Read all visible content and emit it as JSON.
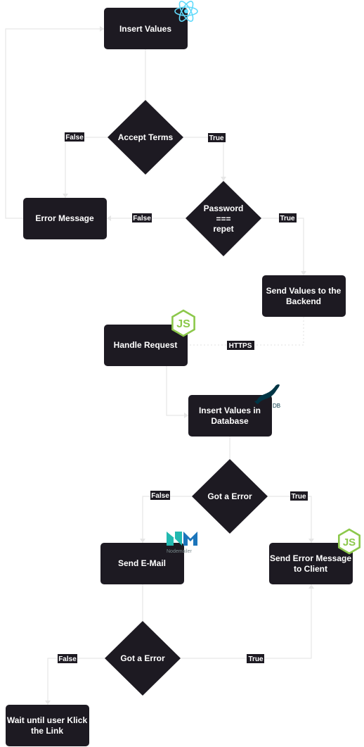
{
  "nodes": {
    "insert_values": "Insert Values",
    "accept_terms": "Accept Terms",
    "error_message": "Error Message",
    "password_line1": "Password",
    "password_line2": "===",
    "password_line3": "repet",
    "send_values_line1": "Send Values to the",
    "send_values_line2": "Backend",
    "handle_request": "Handle Request",
    "insert_db_line1": "Insert Values in",
    "insert_db_line2": "Database",
    "got_error_1": "Got a Error",
    "send_email": "Send E-Mail",
    "send_error_line1": "Send Error Message",
    "send_error_line2": "to Client",
    "got_error_2": "Got a Error",
    "wait_line1": "Wait until user Klick",
    "wait_line2": "the Link"
  },
  "edge_labels": {
    "accept_false": "False",
    "accept_true": "True",
    "password_false": "False",
    "password_true": "True",
    "https": "HTTPS",
    "error1_false": "False",
    "error1_true": "True",
    "error2_false": "False",
    "error2_true": "True"
  },
  "logos": {
    "react": "react-icon",
    "nodejs": "nodejs-icon",
    "mariadb": "mariadb-icon",
    "mariadb_text": "DB",
    "nodemailer": "nodemailer-icon",
    "nodemailer_text": "Nodemailer"
  },
  "colors": {
    "node_fill": "#1d1a22",
    "edge": "#e6e6e6",
    "react": "#61dafb",
    "nodejs": "#8cc84b",
    "mariadb": "#003545",
    "nodemailer_blue": "#1b75bb",
    "nodemailer_teal": "#22b9b0"
  }
}
